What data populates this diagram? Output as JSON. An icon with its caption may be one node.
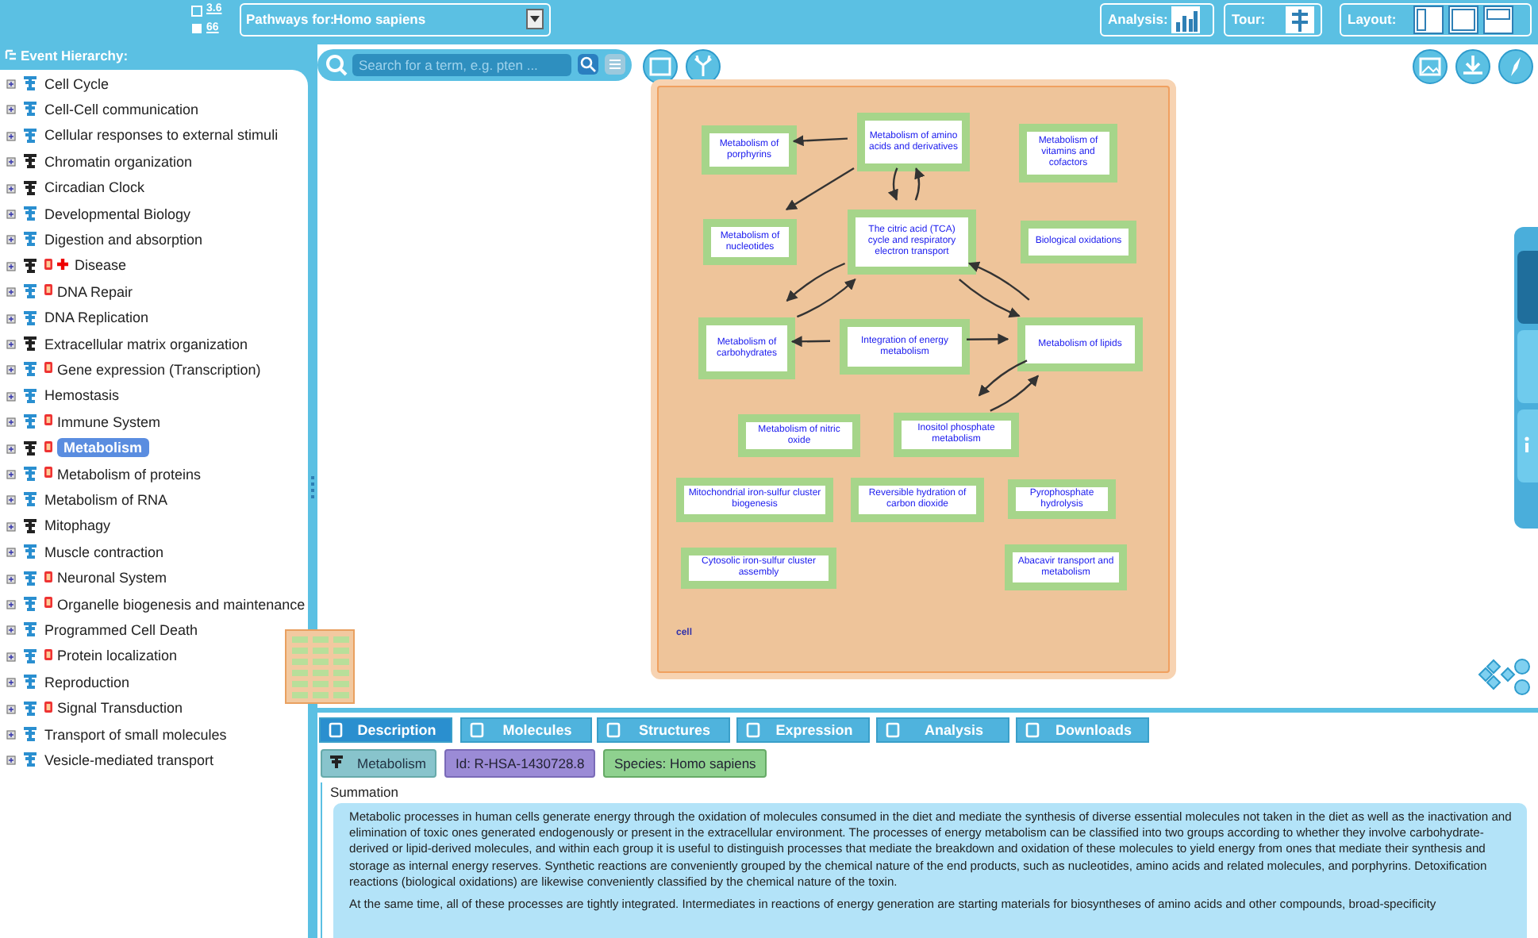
{
  "diagram": {
    "nodes": [
      {
        "text": [
          "cell"
        ]
      },
      {
        "text": [
          "Metabolism of porphyrins"
        ],
        "in": 0
      },
      {
        "text": [
          "Metabolism of amino acids and derivatives"
        ],
        "in": 0
      },
      {
        "text": [
          "Metabolism of vitamins and cofactors"
        ],
        "in": 0
      },
      {
        "text": [
          "Metabolism of nucleotides"
        ],
        "in": 0
      },
      {
        "text": [
          "The citric acid (TCA) cycle and respiratory electron transport"
        ],
        "in": 0
      },
      {
        "text": [
          "Biological oxidations"
        ],
        "in": 0
      },
      {
        "text": [
          "Metabolism of carbohydrates"
        ],
        "in": 0
      },
      {
        "text": [
          "Integration of energy metabolism"
        ],
        "in": 0
      },
      {
        "text": [
          "Metabolism of lipids"
        ],
        "in": 0
      },
      {
        "text": [
          "Metabolism of nitric oxide"
        ],
        "in": 0
      },
      {
        "text": [
          "Inositol phosphate metabolism"
        ],
        "in": 0
      },
      {
        "text": [
          "Mitochondrial iron-sulfur cluster biogenesis"
        ],
        "in": 0
      },
      {
        "text": [
          "Reversible hydration of carbon dioxide"
        ],
        "in": 0
      },
      {
        "text": [
          "Pyrophosphate hydrolysis"
        ],
        "in": 0
      },
      {
        "text": [
          "Cytosolic iron-sulfur cluster assembly"
        ],
        "in": 0
      },
      {
        "text": [
          "Abacavir transport and metabolism"
        ],
        "in": 0
      }
    ],
    "edges": [
      {
        "from": 2,
        "to": 1,
        "arrow": "to"
      },
      {
        "from": 2,
        "to": 4,
        "arrow": "to"
      },
      {
        "from": 2,
        "to": 5,
        "arrow": "to"
      },
      {
        "from": 5,
        "to": 2,
        "arrow": "to"
      },
      {
        "from": 5,
        "to": 7,
        "arrow": "to"
      },
      {
        "from": 7,
        "to": 5,
        "arrow": "to"
      },
      {
        "from": 5,
        "to": 9,
        "arrow": "to"
      },
      {
        "from": 9,
        "to": 5,
        "arrow": "to"
      },
      {
        "from": 8,
        "to": 7,
        "arrow": "to"
      },
      {
        "from": 8,
        "to": 9,
        "arrow": "to"
      },
      {
        "from": 9,
        "to": 11,
        "arrow": "to"
      },
      {
        "from": 11,
        "to": 9,
        "arrow": "to"
      }
    ],
    "labels": [
      "3.6",
      "66",
      "Pathways for:",
      "Homo sapiens",
      "Analysis:",
      "Tour:",
      "Layout:",
      "Event Hierarchy:",
      "Cell Cycle",
      "Cell-Cell communication",
      "Cellular responses to external stimuli",
      "Chromatin organization",
      "Circadian Clock",
      "Developmental Biology",
      "Digestion and absorption",
      "Disease",
      "DNA Repair",
      "DNA Replication",
      "Extracellular matrix organization",
      "Gene expression (Transcription)",
      "Hemostasis",
      "Immune System",
      "Metabolism",
      "Metabolism of proteins",
      "Metabolism of RNA",
      "Mitophagy",
      "Muscle contraction",
      "Neuronal System",
      "Organelle biogenesis and maintenance",
      "Programmed Cell Death",
      "Protein localization",
      "Reproduction",
      "Signal Transduction",
      "Transport of small molecules",
      "Vesicle-mediated transport",
      "Search for a term, e.g. pten ...",
      "Description",
      "Molecules",
      "Structures",
      "Expression",
      "Analysis",
      "Downloads",
      "Metabolism",
      "Id: R-HSA-1430728.8",
      "Species: Homo sapiens",
      "Summation",
      "Metabolic processes in human cells generate energy through the oxidation of molecules consumed in the diet and mediate the synthesis of diverse essential molecules not taken in the diet as well as the inactivation and elimination of toxic ones generated endogenously or present in the extracellular environment. The processes of energy metabolism can be classified into two groups according to whether they involve carbohydrate-derived or lipid-derived molecules, and within each group it is useful to distinguish processes that mediate the breakdown and oxidation of these molecules to yield energy from ones that mediate their synthesis and storage as internal energy reserves. Synthetic reactions are conveniently grouped by the chemical nature of the end products, such as nucleotides, amino acids and related molecules, and porphyrins. Detoxification reactions (biological oxidations) are likewise conveniently classified by the chemical nature of the toxin.",
      "At the same time, all of these processes are tightly integrated. Intermediates in reactions of energy generation are starting materials for biosyntheses of amino acids and other compounds, broad-specificity"
    ]
  }
}
